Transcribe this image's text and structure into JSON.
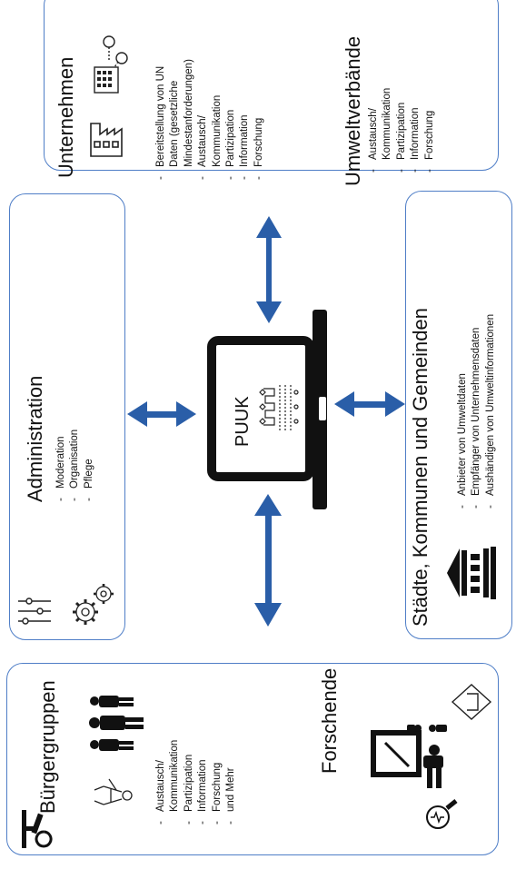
{
  "center": {
    "label": "PUUK"
  },
  "unternehmen": {
    "title": "Unternehmen",
    "items": [
      "Bereitstellung von UN",
      "Daten (gesetzliche",
      "Mindestanforderungen)",
      "Austausch/",
      "Kommunikation",
      "Partizipation",
      "Information",
      "Forschung"
    ],
    "bullets": [
      true,
      false,
      false,
      true,
      false,
      true,
      true,
      true
    ]
  },
  "umweltverbaende": {
    "title": "Umweltverbände",
    "items": [
      "Austausch/",
      "Kommunikation",
      "Partizipation",
      "Information",
      "Forschung"
    ],
    "bullets": [
      true,
      false,
      true,
      true,
      true
    ]
  },
  "administration": {
    "title": "Administration",
    "items": [
      "Moderation",
      "Organisation",
      "Pflege"
    ]
  },
  "staedte": {
    "title": "Städte, Kommunen und Gemeinden",
    "items": [
      "Anbieter von Umweltdaten",
      "Empfänger von Unternehmensdaten",
      "Aushändigen von Umweltinformationen"
    ]
  },
  "buergergruppen": {
    "title": "Bürgergruppen",
    "items": [
      "Austausch/",
      "Kommunikation",
      "Partizipation",
      "Information",
      "Forschung",
      "und Mehr"
    ],
    "bullets": [
      true,
      false,
      true,
      true,
      true,
      true
    ]
  },
  "forschende": {
    "title": "Forschende"
  },
  "colors": {
    "box_border": "#4f7ec7",
    "arrow": "#2a5ea8",
    "device": "#111111"
  }
}
